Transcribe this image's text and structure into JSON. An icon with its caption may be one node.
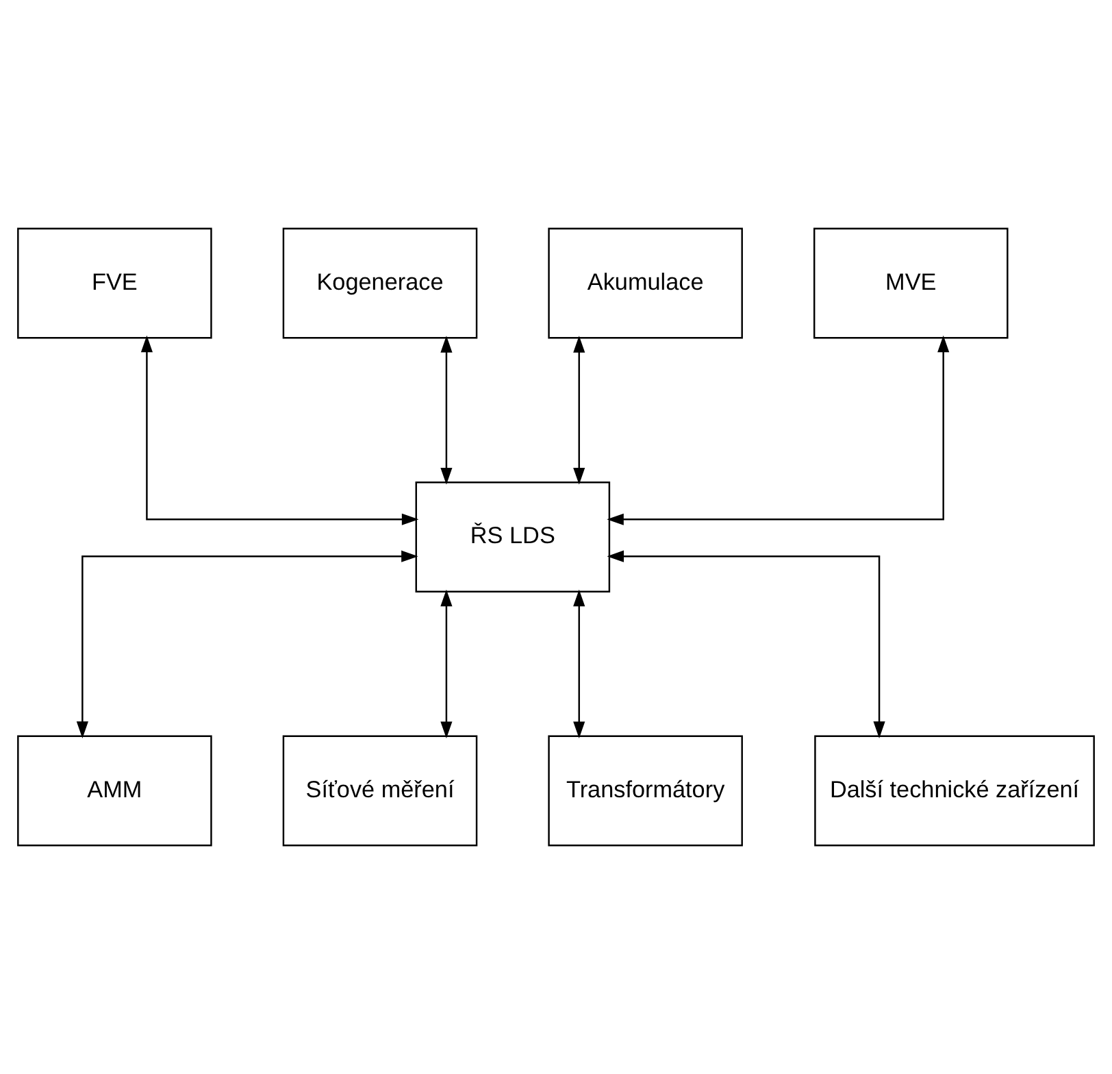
{
  "diagram": {
    "nodes": [
      {
        "text": [
          "FVE"
        ]
      },
      {
        "text": [
          "Kogenerace"
        ]
      },
      {
        "text": [
          "Akumulace"
        ]
      },
      {
        "text": [
          "MVE"
        ]
      },
      {
        "text": [
          "ŘS LDS"
        ]
      },
      {
        "text": [
          "AMM"
        ]
      },
      {
        "text": [
          "Síťové měření"
        ]
      },
      {
        "text": [
          "Transformátory"
        ]
      },
      {
        "text": [
          "Další technické zařízení"
        ]
      }
    ],
    "edges": [
      {
        "from": 0,
        "to": 4,
        "arrow": "both"
      },
      {
        "from": 1,
        "to": 4,
        "arrow": "both"
      },
      {
        "from": 2,
        "to": 4,
        "arrow": "both"
      },
      {
        "from": 3,
        "to": 4,
        "arrow": "both"
      },
      {
        "from": 4,
        "to": 5,
        "arrow": "both"
      },
      {
        "from": 4,
        "to": 6,
        "arrow": "both"
      },
      {
        "from": 4,
        "to": 7,
        "arrow": "both"
      },
      {
        "from": 4,
        "to": 8,
        "arrow": "both"
      }
    ]
  }
}
